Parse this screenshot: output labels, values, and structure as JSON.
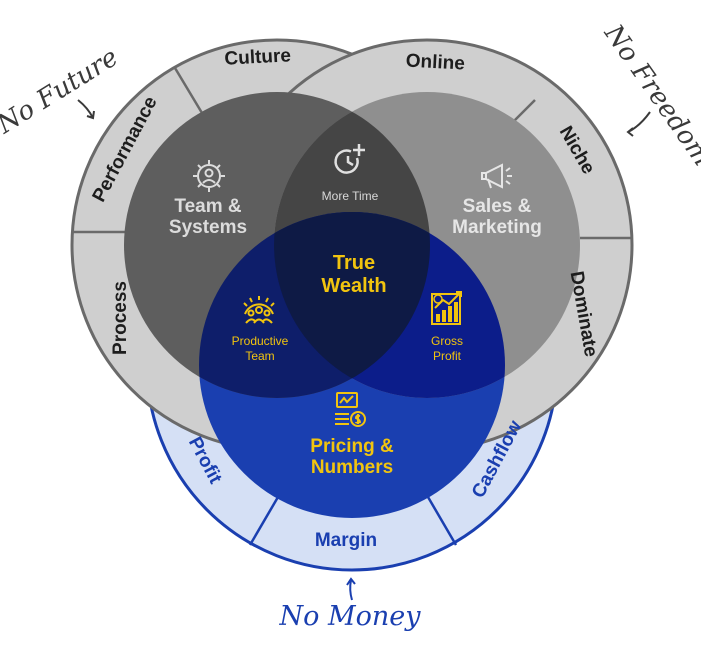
{
  "outer_ring": {
    "left": [
      "Performance",
      "Culture",
      "Process"
    ],
    "right": [
      "Online",
      "Niche",
      "Dominate"
    ],
    "bottom": [
      "Profit",
      "Margin",
      "Cashflow"
    ]
  },
  "circles": {
    "team": {
      "line1": "Team &",
      "line2": "Systems",
      "icon": "gear-person-icon"
    },
    "sales": {
      "line1": "Sales &",
      "line2": "Marketing",
      "icon": "megaphone-icon"
    },
    "pricing": {
      "line1": "Pricing &",
      "line2": "Numbers",
      "icon": "price-chart-icon"
    }
  },
  "overlaps": {
    "top": {
      "label": "More Time",
      "icon": "clock-plus-icon"
    },
    "left": {
      "line1": "Productive",
      "line2": "Team",
      "icon": "team-gear-icon"
    },
    "right": {
      "line1": "Gross",
      "line2": "Profit",
      "icon": "bar-chart-icon"
    },
    "center": {
      "line1": "True",
      "line2": "Wealth"
    }
  },
  "annotations": {
    "top_left": "No Future",
    "top_right": "No Freedom",
    "bottom": "No Money"
  },
  "colors": {
    "ring_grey": "#c8c8c8",
    "team_grey": "#5e5e5e",
    "sales_grey": "#8f8f8f",
    "blue": "#1a3fb0",
    "navy": "#0e1a55",
    "light_blue": "#d5e0f5",
    "gold": "#f1c40f"
  }
}
